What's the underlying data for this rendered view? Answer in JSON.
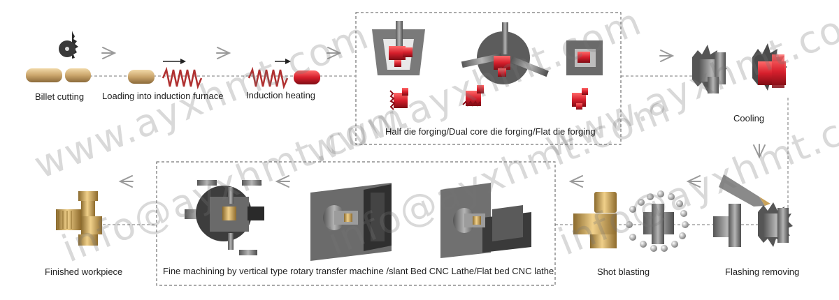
{
  "steps": {
    "billet_cutting": "Billet cutting",
    "loading": "Loading into induction furnace",
    "heating": "Induction heating",
    "forging": "Half die forging/Dual core die forging/Flat die forging",
    "cooling": "Cooling",
    "flashing": "Flashing removing",
    "shot_blasting": "Shot blasting",
    "machining": "Fine machining by vertical type rotary transfer machine /slant Bed CNC Lathe/Flat bed CNC lathe",
    "finished": "Finished workpiece"
  },
  "watermarks": {
    "site": "www.ayxhmt.com",
    "email": "info@ayxhmt.com"
  },
  "colors": {
    "metal_gray": "#6e6e6e",
    "hot_red": "#b0202a",
    "brass": "#c9a25a",
    "copper_billet": "#d2b07a",
    "arrow_gray": "#999999"
  }
}
